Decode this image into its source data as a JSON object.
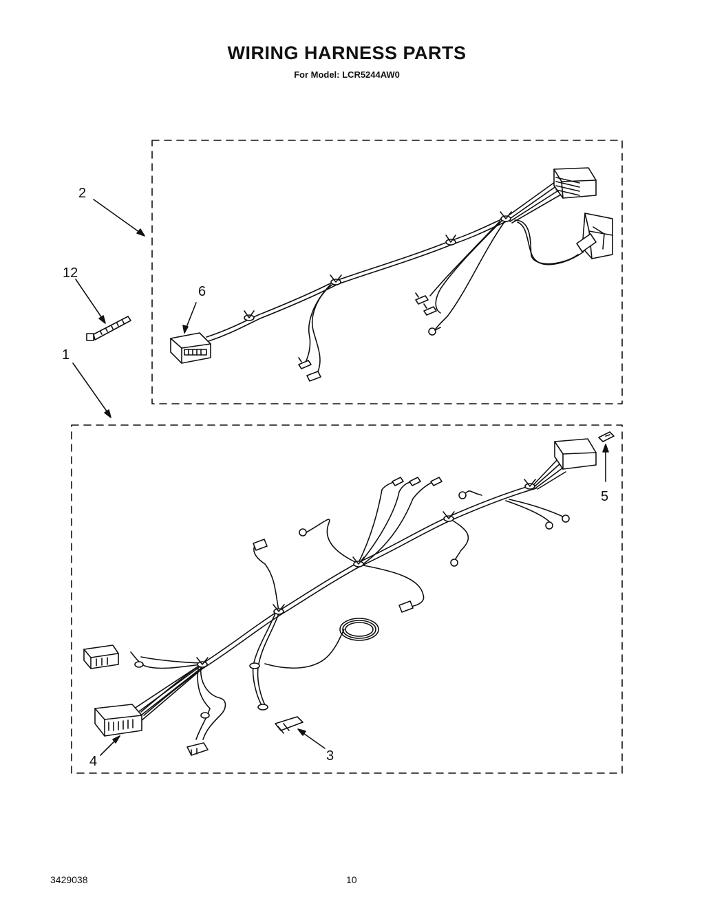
{
  "page": {
    "title": "WIRING HARNESS PARTS",
    "subtitle": "For Model: LCR5244AW0",
    "doc_number": "3429038",
    "page_number": "10"
  },
  "callouts": {
    "c1": "1",
    "c2": "2",
    "c3": "3",
    "c4": "4",
    "c5": "5",
    "c6": "6",
    "c12": "12"
  }
}
